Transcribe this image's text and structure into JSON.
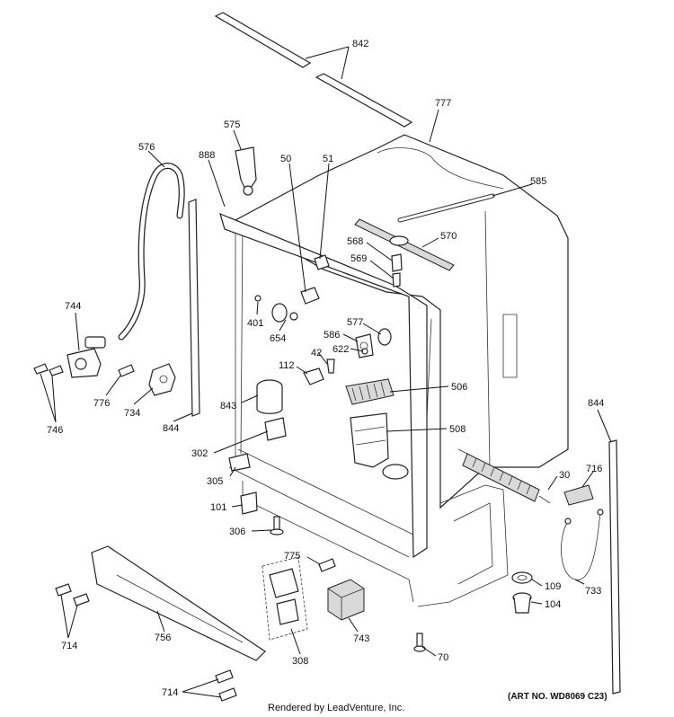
{
  "labels": {
    "l842": "842",
    "l777": "777",
    "l575": "575",
    "l576": "576",
    "l888": "888",
    "l50": "50",
    "l51": "51",
    "l585": "585",
    "l568": "568",
    "l570": "570",
    "l569": "569",
    "l744": "744",
    "l401": "401",
    "l654": "654",
    "l577": "577",
    "l586": "586",
    "l622": "622",
    "l42": "42",
    "l112": "112",
    "l746": "746",
    "l776": "776",
    "l734": "734",
    "l506": "506",
    "l844a": "844",
    "l844b": "844",
    "l843": "843",
    "l508": "508",
    "l302": "302",
    "l305": "305",
    "l30": "30",
    "l716": "716",
    "l101": "101",
    "l306": "306",
    "l775": "775",
    "l109": "109",
    "l104": "104",
    "l733": "733",
    "l714a": "714",
    "l756": "756",
    "l743": "743",
    "l308": "308",
    "l70": "70",
    "l714b": "714"
  },
  "footer": {
    "rendered_by": "Rendered by LeadVenture, Inc.",
    "art_no": "(ART NO. WD8069 C23)"
  }
}
